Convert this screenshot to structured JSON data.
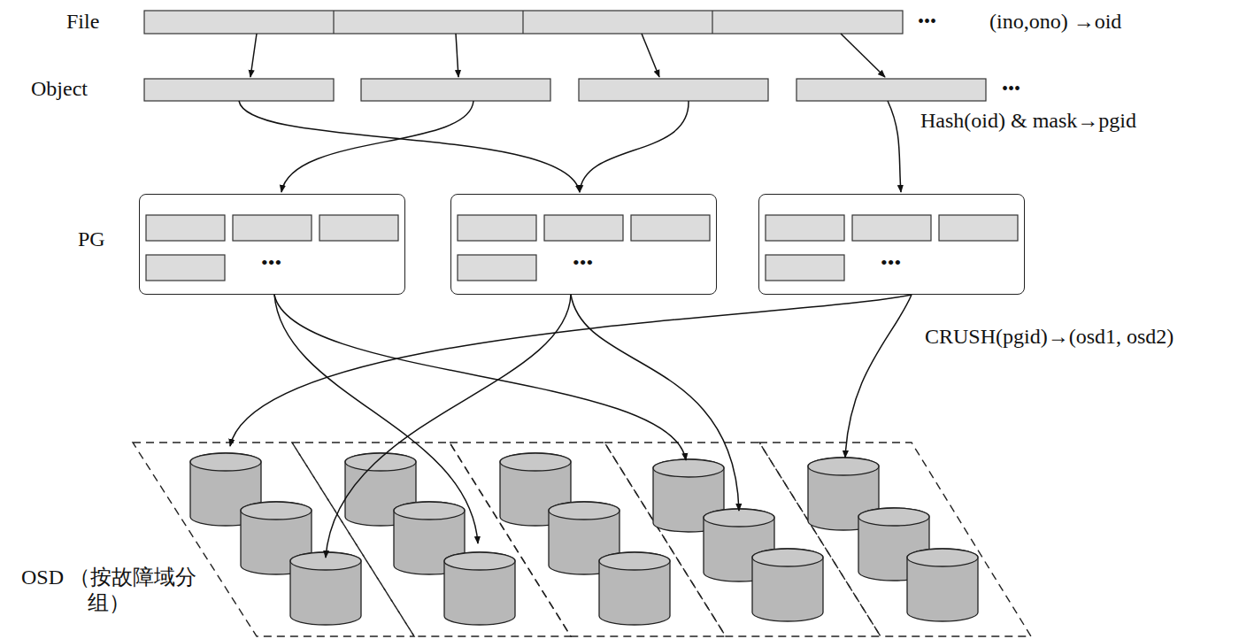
{
  "diagram": {
    "nodes": [
      {
        "text": [
          "•••"
        ]
      },
      {
        "text": [
          "•••"
        ]
      },
      {
        "text": [
          "•••"
        ]
      }
    ],
    "labels": [
      "File",
      "(ino,ono) →oid",
      "•••",
      "Object",
      "•••",
      "Hash(oid) & mask→pgid",
      "PG",
      "CRUSH(pgid)→(osd1, osd2)",
      "OSD （按故障域分组）"
    ]
  }
}
